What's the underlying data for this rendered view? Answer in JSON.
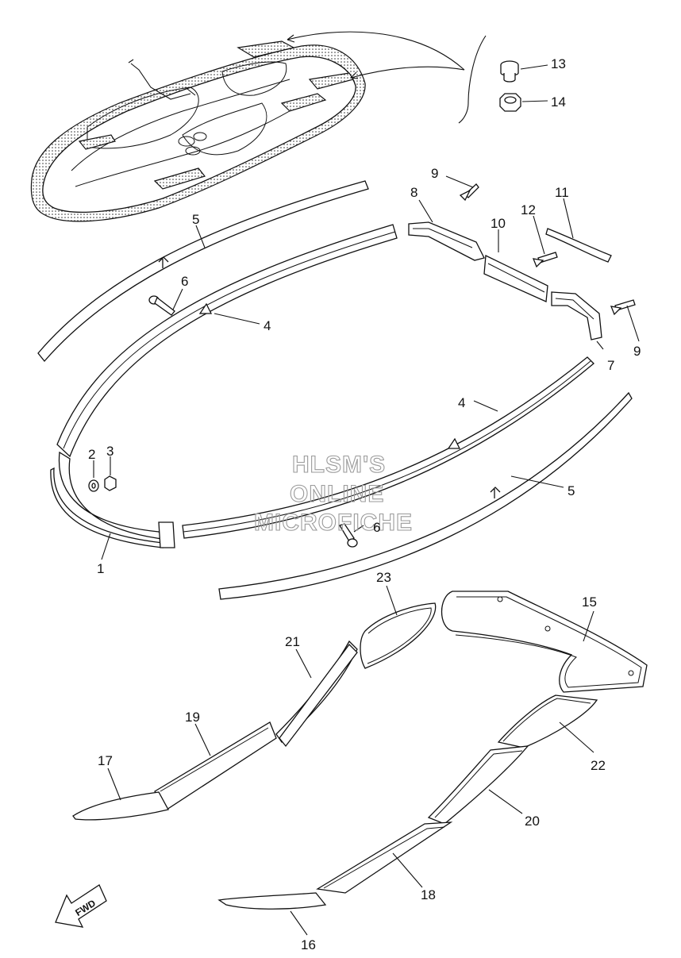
{
  "callouts": [
    {
      "id": "c1",
      "text": "1"
    },
    {
      "id": "c2",
      "text": "2"
    },
    {
      "id": "c3",
      "text": "3"
    },
    {
      "id": "c4a",
      "text": "4"
    },
    {
      "id": "c4b",
      "text": "4"
    },
    {
      "id": "c5a",
      "text": "5"
    },
    {
      "id": "c5b",
      "text": "5"
    },
    {
      "id": "c6a",
      "text": "6"
    },
    {
      "id": "c6b",
      "text": "6"
    },
    {
      "id": "c7",
      "text": "7"
    },
    {
      "id": "c8",
      "text": "8"
    },
    {
      "id": "c9a",
      "text": "9"
    },
    {
      "id": "c9b",
      "text": "9"
    },
    {
      "id": "c10",
      "text": "10"
    },
    {
      "id": "c11",
      "text": "11"
    },
    {
      "id": "c12",
      "text": "12"
    },
    {
      "id": "c13",
      "text": "13"
    },
    {
      "id": "c14",
      "text": "14"
    },
    {
      "id": "c15",
      "text": "15"
    },
    {
      "id": "c16",
      "text": "16"
    },
    {
      "id": "c17",
      "text": "17"
    },
    {
      "id": "c18",
      "text": "18"
    },
    {
      "id": "c19",
      "text": "19"
    },
    {
      "id": "c20",
      "text": "20"
    },
    {
      "id": "c21",
      "text": "21"
    },
    {
      "id": "c22",
      "text": "22"
    },
    {
      "id": "c23",
      "text": "23"
    }
  ],
  "watermark": [
    "HLSM'S",
    "ONLINE",
    "MICROFICHE"
  ],
  "direction_label": "FWD",
  "icons": {
    "direction": "fwd-arrow-icon"
  },
  "colors": {
    "ink": "#111111",
    "watermark": "#9a9a9a",
    "background": "#ffffff"
  }
}
